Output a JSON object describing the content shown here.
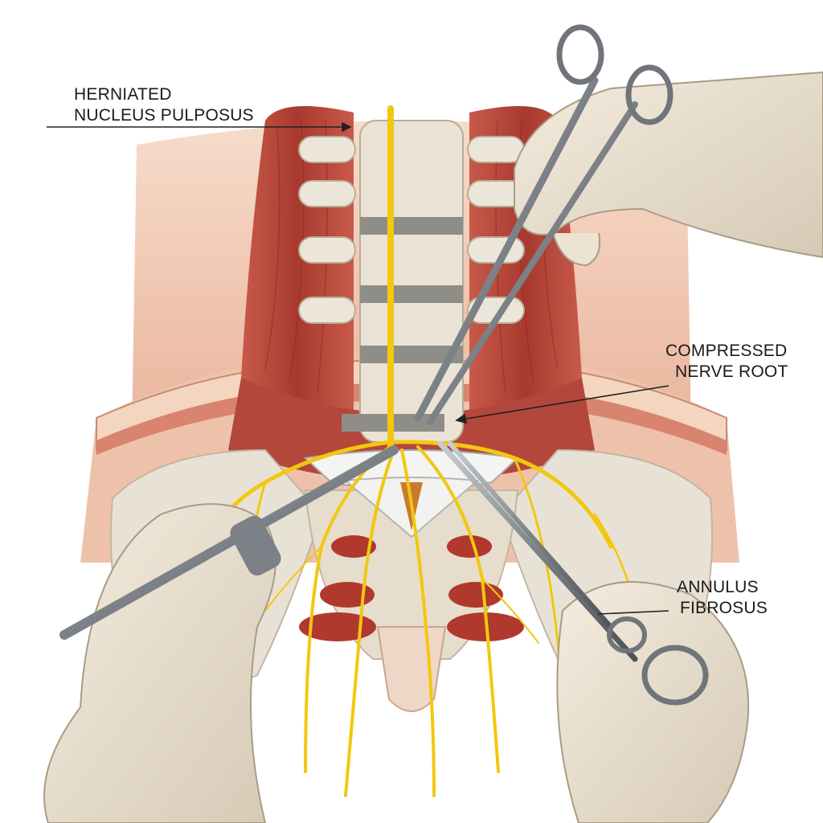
{
  "labels": {
    "herniated": [
      "HERNIATED",
      "NUCLEUS PULPOSUS"
    ],
    "compressed": [
      "COMPRESSED",
      "NERVE ROOT"
    ],
    "annulus": [
      "ANNULUS",
      "FIBROSUS"
    ]
  },
  "colors": {
    "skin": "#f2c9b2",
    "muscle": "#b5463c",
    "bone": "#e9e4d8",
    "nerve": "#f2c80f",
    "glove": "#ece3d2",
    "steel": "#7d8388",
    "disc_gray": "#8f8d88"
  }
}
